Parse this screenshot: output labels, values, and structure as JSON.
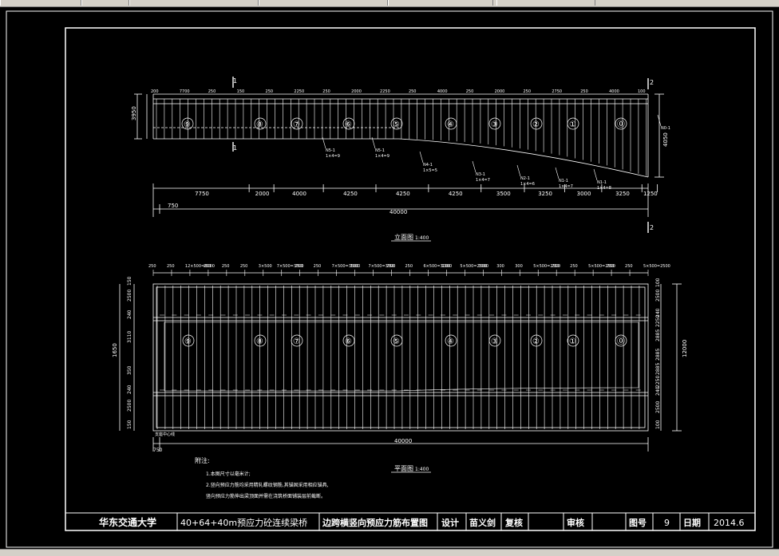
{
  "elevation": {
    "title": "立面图",
    "scale": "1:400",
    "section_labels": [
      "⑨",
      "⑧",
      "⑦",
      "⑥",
      "⑤",
      "④",
      "③",
      "②",
      "①",
      "⓪"
    ],
    "top_dims": [
      "200",
      "7700",
      "250",
      "150",
      "250",
      "2250",
      "250",
      "2000",
      "2250",
      "250",
      "4000",
      "250",
      "2000",
      "250",
      "2750",
      "250",
      "4000",
      "100"
    ],
    "bottom_dims": [
      "7750",
      "2000",
      "4000",
      "4250",
      "4250",
      "4250",
      "3500",
      "3250",
      "3000",
      "3250",
      "1250"
    ],
    "total": "40000",
    "offset_dim": "750",
    "height_left": "3950",
    "height_right": "4050",
    "tendon_tags": [
      {
        "name": "N5-1",
        "count": "1×4=9"
      },
      {
        "name": "N5-1",
        "count": "1×4=9"
      },
      {
        "name": "N4-1",
        "count": "1×5=5"
      },
      {
        "name": "N3-1",
        "count": "1×4=7"
      },
      {
        "name": "N2-1",
        "count": "1×4=6"
      },
      {
        "name": "N1-1",
        "count": "1×4=7"
      },
      {
        "name": "N1-1",
        "count": "1×4=8"
      },
      {
        "name": "N0-1",
        "count": ""
      }
    ]
  },
  "plan": {
    "title": "平面图",
    "scale": "1:400",
    "top_dims": [
      "250",
      "250",
      "12×500=6000",
      "250",
      "250",
      "250",
      "3×500",
      "7×500=3500",
      "250",
      "250",
      "7×500=3500",
      "1000",
      "7×500=3500",
      "250",
      "250",
      "6×500=3000",
      "1000",
      "5×500=2500",
      "1000",
      "300",
      "300",
      "5×500=2500",
      "250",
      "250",
      "5×500=2500",
      "250",
      "250",
      "5×500=2500"
    ],
    "left_dims": [
      "150",
      "2500",
      "240",
      "3110",
      "1650",
      "350",
      "240",
      "2500",
      "150"
    ],
    "right_dims": [
      "100",
      "2500",
      "240",
      "2250",
      "2885",
      "2885",
      "2885",
      "2250",
      "240",
      "2500",
      "100"
    ],
    "width_total": "12000",
    "total": "40000",
    "offset_dim": "750",
    "offset_note": "支座中心线",
    "notes_title": "附注:",
    "notes": [
      "1.本图尺寸以毫米计;",
      "2.竖向预应力筋均采用精轧螺纹钢筋,其锚固采用相应锚具,",
      "  竖向预应力筋伸出梁顶面并需在浇筑桥面铺装层前截断。"
    ]
  },
  "titleblock": {
    "school": "华东交通大学",
    "project": "40+64+40m预应力砼连续梁桥",
    "drawing": "边跨横竖向预应力筋布置图",
    "design_label": "设计",
    "designer": "苗义剑",
    "review_label": "复核",
    "approve_label": "审核",
    "number_label": "图号",
    "number": "9",
    "date_label": "日期",
    "date": "2014.6"
  },
  "colors": {
    "background": "#000000",
    "line": "#ffffff"
  }
}
